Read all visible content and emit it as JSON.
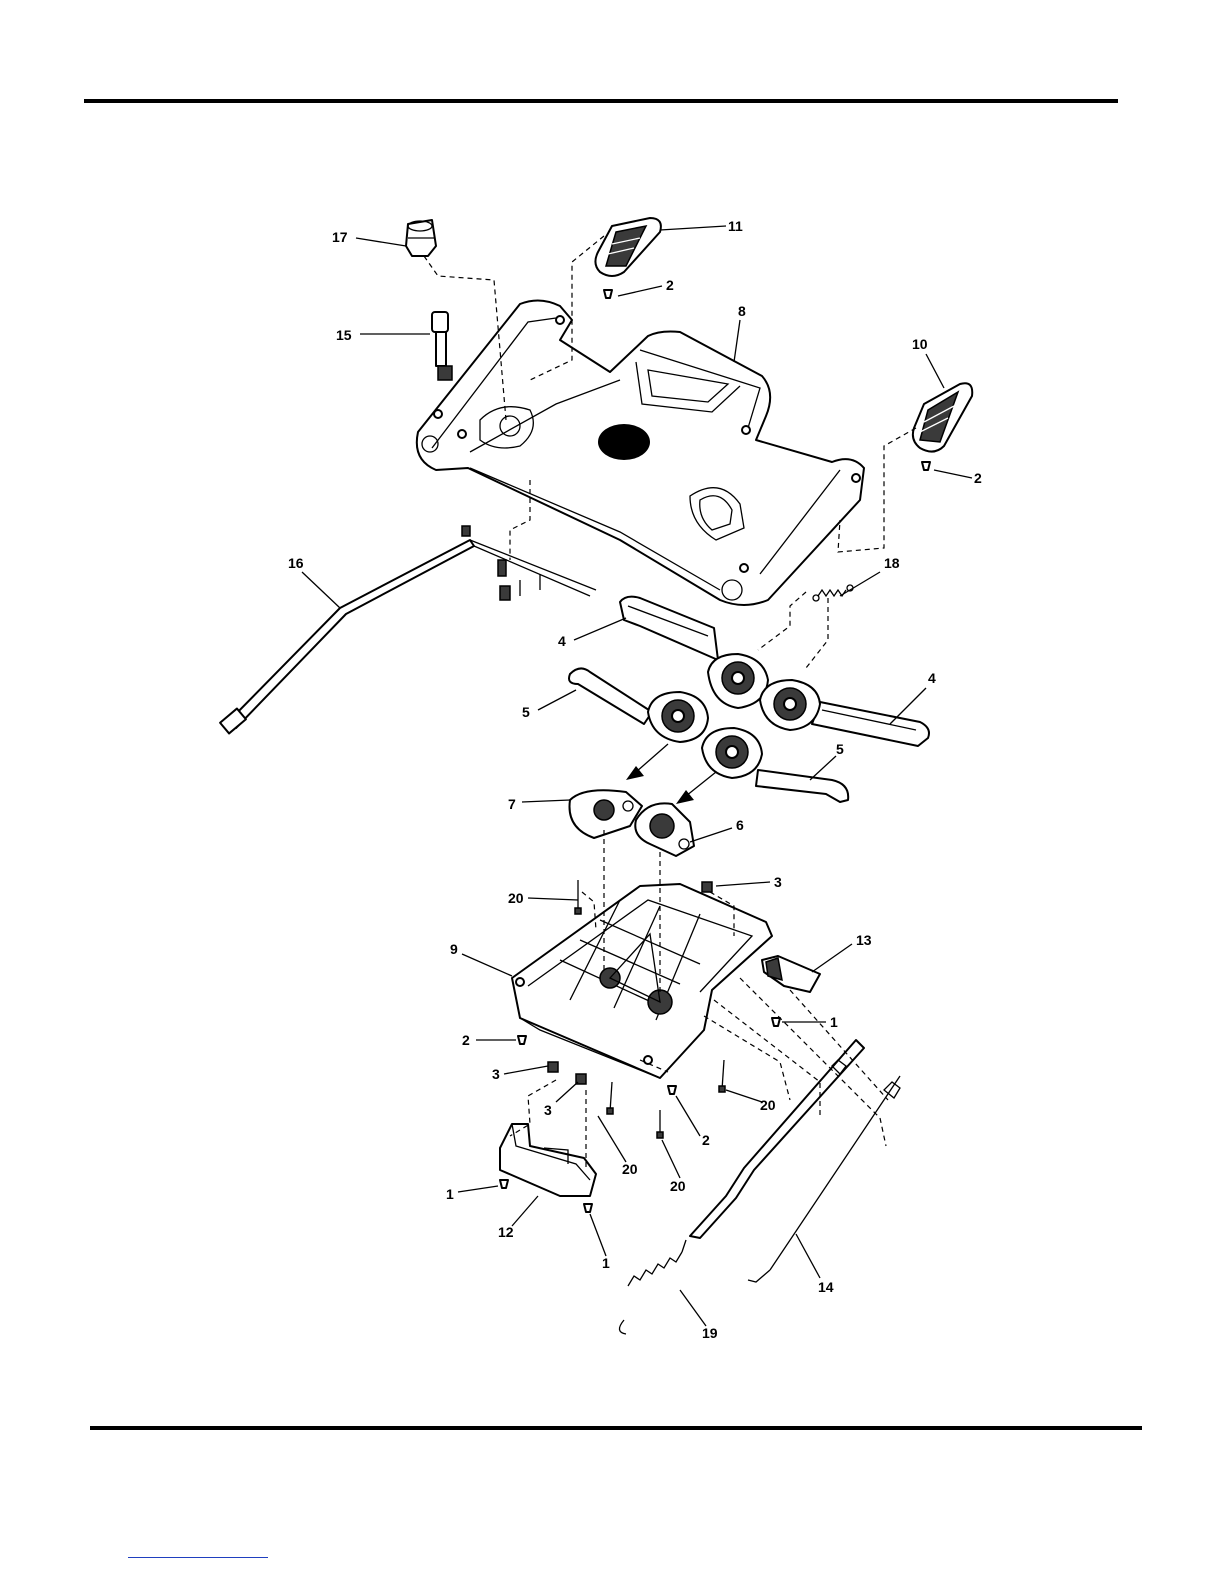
{
  "labels": {
    "p1a": "1",
    "p1b": "1",
    "p1c": "1",
    "p2a": "2",
    "p2b": "2",
    "p2c": "2",
    "p2d": "2",
    "p3a": "3",
    "p3b": "3",
    "p3c": "3",
    "p4a": "4",
    "p4b": "4",
    "p5a": "5",
    "p5b": "5",
    "p6": "6",
    "p7": "7",
    "p8": "8",
    "p9": "9",
    "p10": "10",
    "p11": "11",
    "p12": "12",
    "p13": "13",
    "p14": "14",
    "p15": "15",
    "p16": "16",
    "p17": "17",
    "p18": "18",
    "p19": "19",
    "p20a": "20",
    "p20b": "20",
    "p20c": "20",
    "p20d": "20"
  },
  "colors": {
    "line": "#000000",
    "accent_rule": "#1f3fbf",
    "part_fill": "#ffffff",
    "part_dark": "#3a3a3a"
  }
}
